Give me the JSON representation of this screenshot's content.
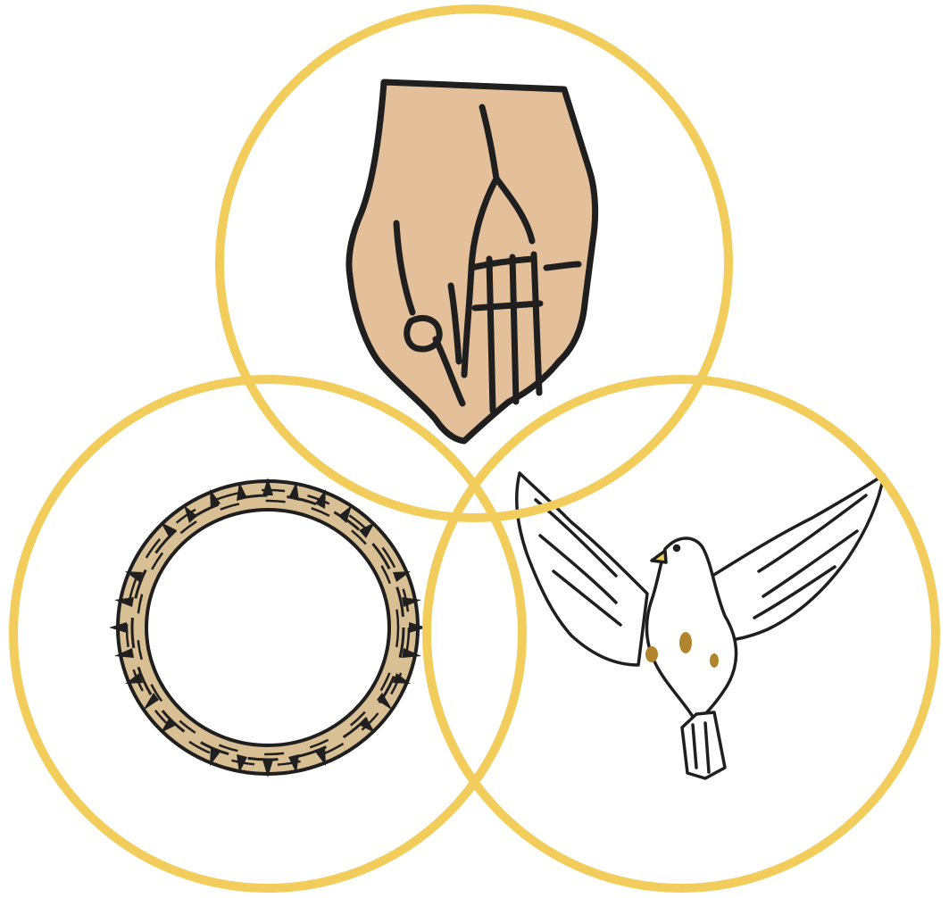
{
  "colors": {
    "background": "#ffffff",
    "ring": "#f2cd5c",
    "hand_fill": "#e3c09a",
    "outline": "#1f1f1f",
    "crown_vine": "#d8bf94",
    "dove_fill": "#ffffff",
    "wound": "#b2842e"
  },
  "symbols": [
    {
      "name": "hand",
      "icon": "hand-icon"
    },
    {
      "name": "crown-of-thorns",
      "icon": "crown-of-thorns-icon"
    },
    {
      "name": "dove",
      "icon": "dove-icon"
    }
  ]
}
